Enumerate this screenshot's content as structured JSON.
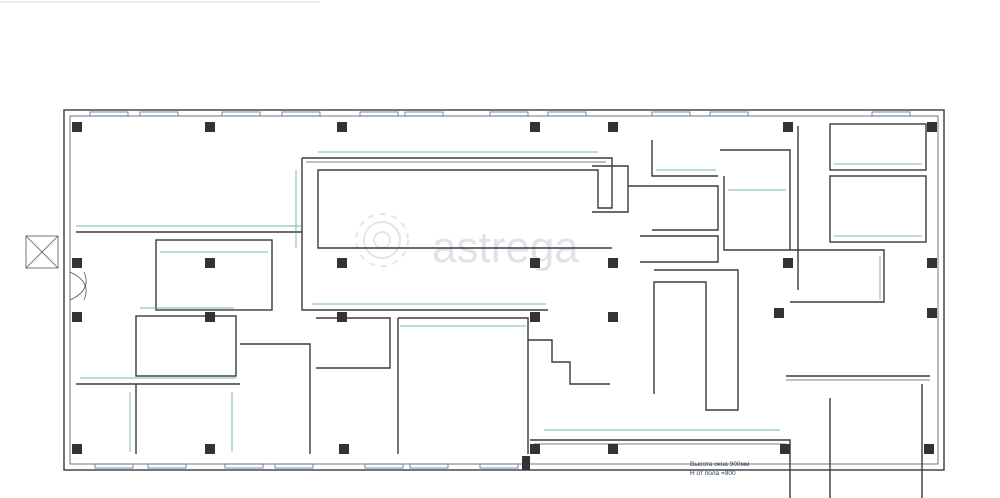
{
  "watermark": {
    "text": "astrega"
  },
  "window_note": {
    "line1": "Высота окна 900мм",
    "line2": "Н от пола =900"
  },
  "colors": {
    "walls": "#3a3a3a",
    "dimensions": "#4aa08c",
    "columns": "#333333",
    "watermark": "#c6ccd6",
    "note": "#2a3a66"
  },
  "icons": [
    "column-square-icon",
    "door-swing-icon",
    "entrance-cross-icon",
    "watermark-logo-icon"
  ]
}
